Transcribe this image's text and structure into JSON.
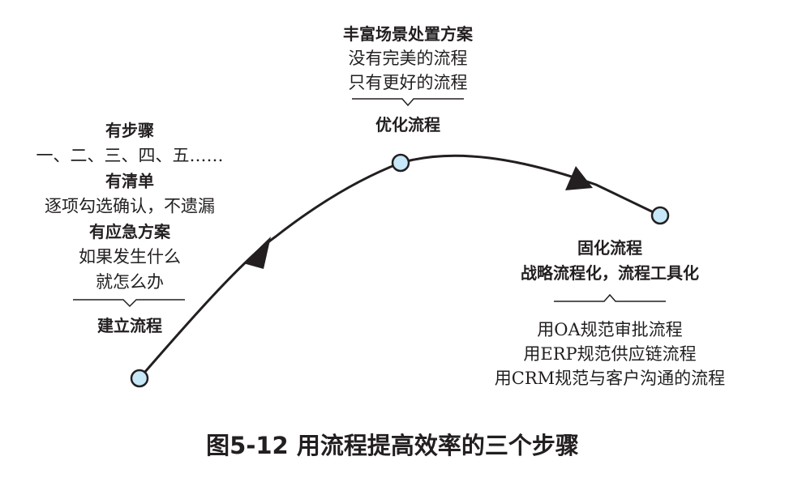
{
  "colors": {
    "node_fill": "#c6e8f8",
    "stroke": "#231f20"
  },
  "stage1": {
    "label": "建立流程",
    "lines": [
      {
        "text": "有步骤",
        "bold": true
      },
      {
        "text": "一、二、三、四、五……",
        "bold": false
      },
      {
        "text": "有清单",
        "bold": true
      },
      {
        "text": "逐项勾选确认，不遗漏",
        "bold": false
      },
      {
        "text": "有应急方案",
        "bold": true
      },
      {
        "text": "如果发生什么",
        "bold": false
      },
      {
        "text": "就怎么办",
        "bold": false
      }
    ]
  },
  "stage2": {
    "label": "优化流程",
    "lines": [
      {
        "text": "丰富场景处置方案",
        "bold": true
      },
      {
        "text": "没有完美的流程",
        "bold": false
      },
      {
        "text": "只有更好的流程",
        "bold": false
      }
    ]
  },
  "stage3": {
    "label": "固化流程",
    "subtitle": "战略流程化，流程工具化",
    "lines": [
      {
        "text": "用OA规范审批流程",
        "bold": false
      },
      {
        "text": "用ERP规范供应链流程",
        "bold": false
      },
      {
        "text": "用CRM规范与客户沟通的流程",
        "bold": false
      }
    ]
  },
  "caption": "图5-12 用流程提高效率的三个步骤"
}
